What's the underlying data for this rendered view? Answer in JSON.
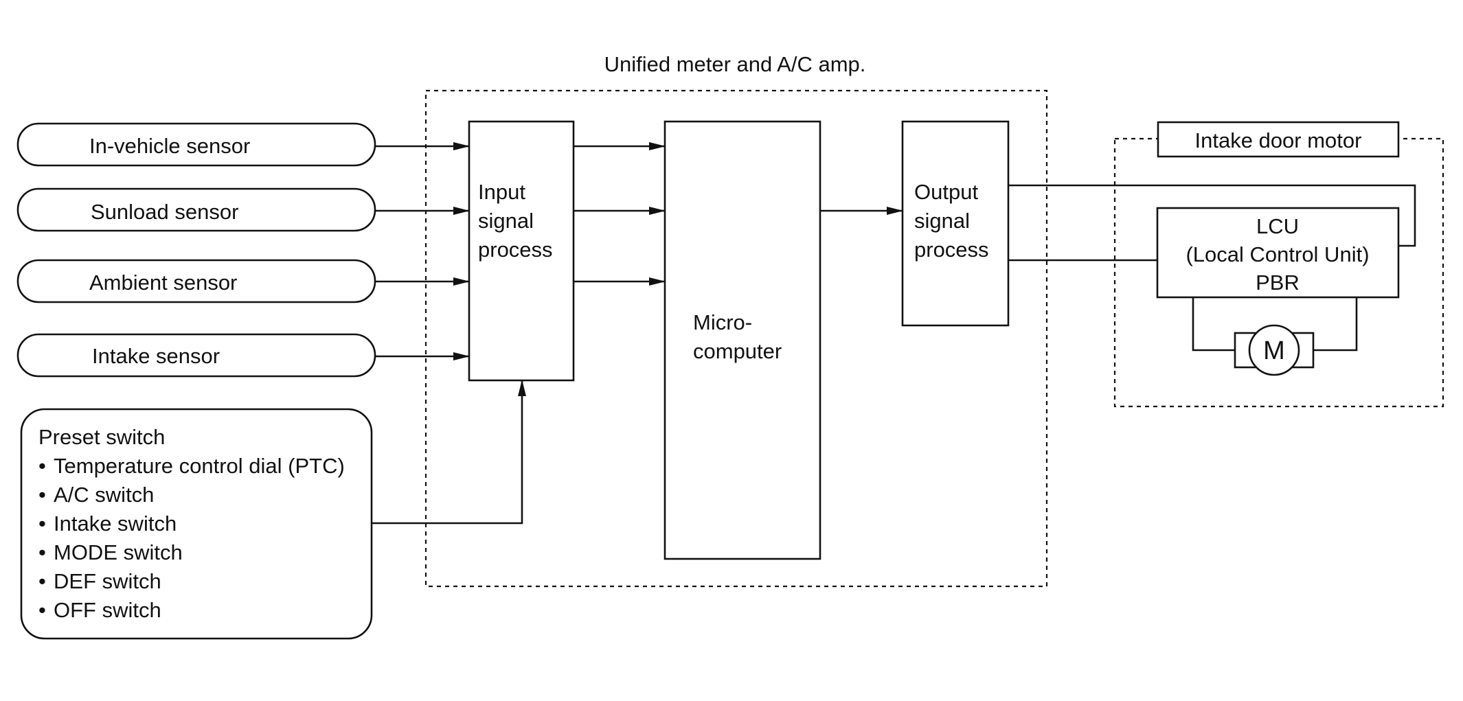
{
  "amp": {
    "title": "Unified meter and A/C amp.",
    "input_block": [
      "Input",
      "signal",
      "process"
    ],
    "microcomputer": [
      "Micro-",
      "computer"
    ],
    "output_block": [
      "Output",
      "signal",
      "process"
    ]
  },
  "sensors": [
    "In-vehicle sensor",
    "Sunload sensor",
    "Ambient sensor",
    "Intake sensor"
  ],
  "preset": {
    "title": "Preset switch",
    "bullet": "•",
    "items": [
      "Temperature control dial (PTC)",
      "A/C switch",
      "Intake switch",
      "MODE switch",
      "DEF switch",
      "OFF switch"
    ]
  },
  "motor": {
    "title": "Intake door motor",
    "lcu": [
      "LCU",
      "(Local Control Unit)",
      "PBR"
    ],
    "motor_symbol": "M"
  }
}
